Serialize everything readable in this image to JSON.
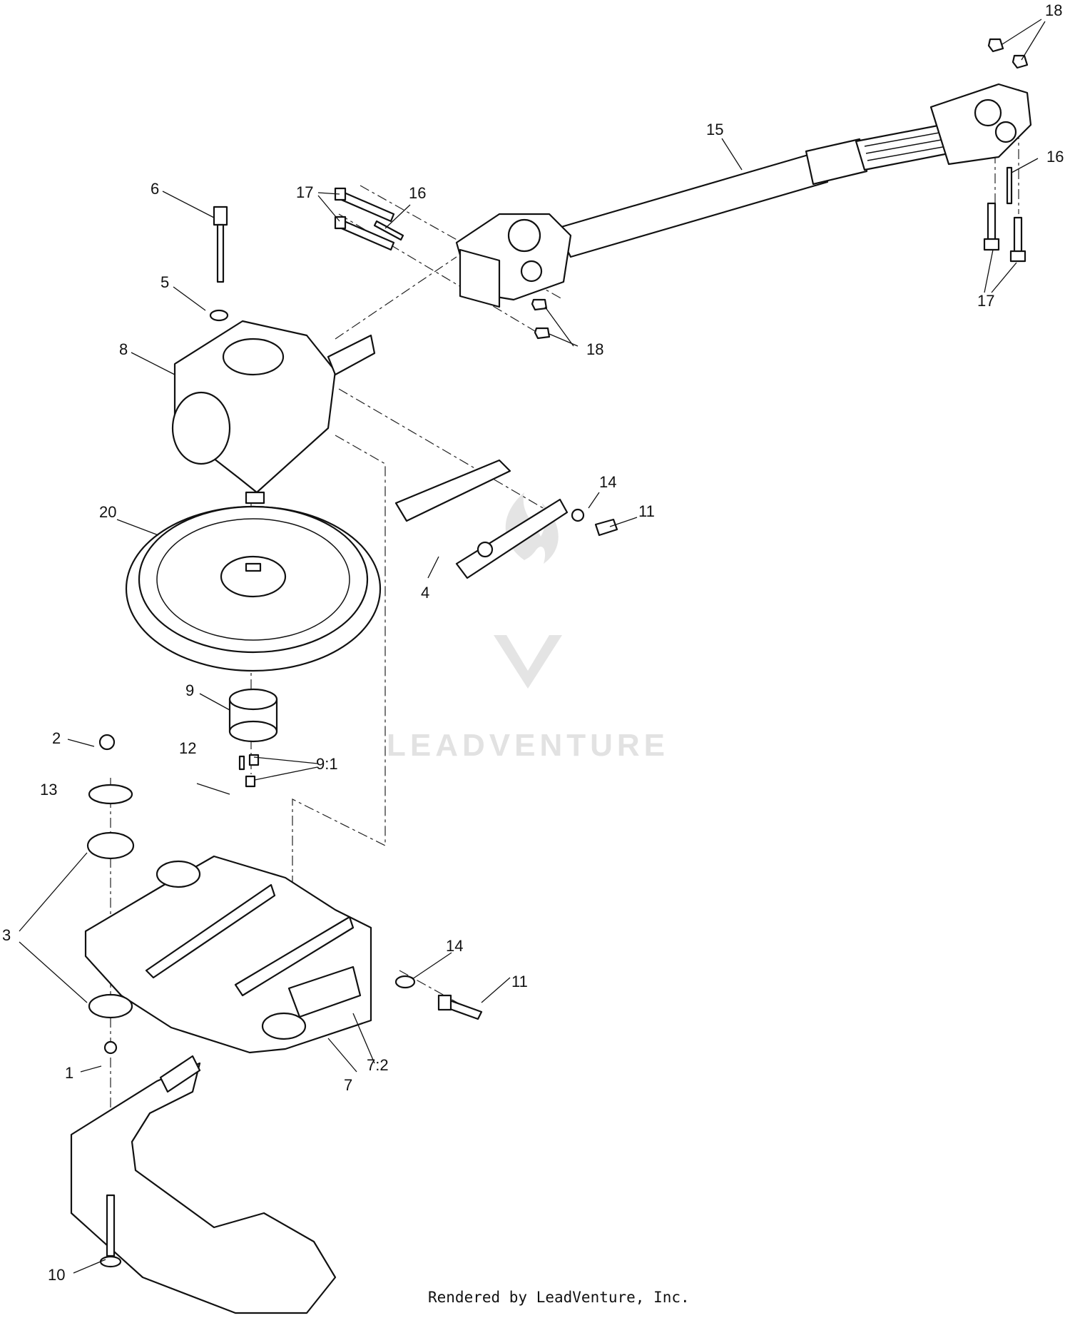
{
  "callouts": {
    "c1": "1",
    "c2": "2",
    "c3": "3",
    "c4": "4",
    "c5": "5",
    "c6": "6",
    "c7": "7",
    "c7_2": "7:2",
    "c8": "8",
    "c9": "9",
    "c9_1": "9:1",
    "c10": "10",
    "c11a": "11",
    "c11b": "11",
    "c12": "12",
    "c13": "13",
    "c14a": "14",
    "c14b": "14",
    "c15": "15",
    "c16a": "16",
    "c16b": "16",
    "c17a": "17",
    "c17b": "17",
    "c18a": "18",
    "c18b": "18",
    "c20": "20"
  },
  "watermark": {
    "text": "LEADVENTURE"
  },
  "footer": {
    "text": "Rendered by LeadVenture, Inc."
  }
}
